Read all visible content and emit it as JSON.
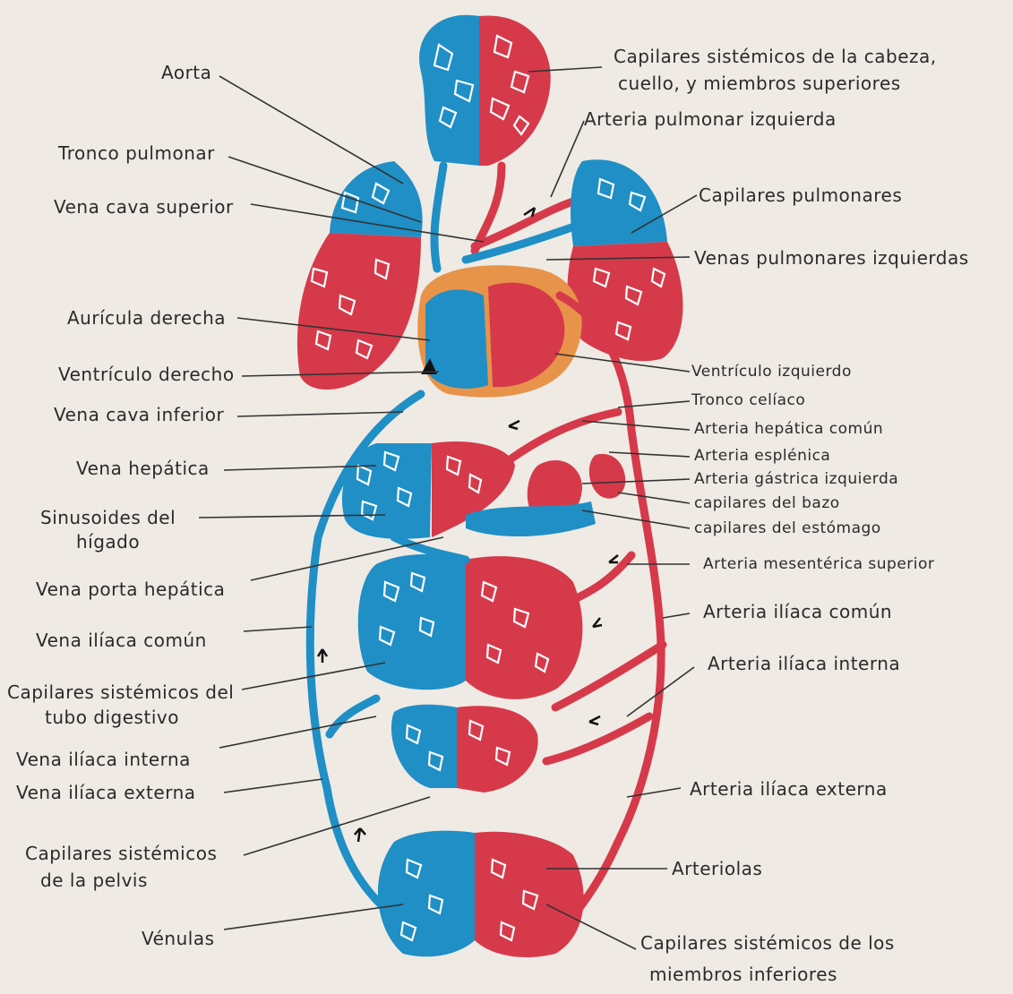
{
  "colors": {
    "deoxygenated": "#1f8fc6",
    "oxygenated": "#d63a4a",
    "heart_wall": "#e8934a",
    "paper": "#efeae4"
  },
  "labels": {
    "left": [
      "Aorta",
      "Tronco pulmonar",
      "Vena cava superior",
      "Aurícula derecha",
      "Ventrículo derecho",
      "Vena cava inferior",
      "Vena hepática",
      "Sinusoides del",
      "hígado",
      "Vena porta hepática",
      "Vena ilíaca común",
      "Capilares sistémicos del",
      "tubo digestivo",
      "Vena ilíaca interna",
      "Vena ilíaca externa",
      "Capilares sistémicos",
      "de la pelvis",
      "Vénulas"
    ],
    "right": [
      "Capilares sistémicos de la cabeza,",
      "cuello, y miembros superiores",
      "Arteria pulmonar izquierda",
      "Capilares pulmonares",
      "Venas pulmonares izquierdas",
      "Ventrículo izquierdo",
      "Tronco celíaco",
      "Arteria hepática común",
      "Arteria esplénica",
      "Arteria gástrica izquierda",
      "capilares del bazo",
      "capilares del estómago",
      "Arteria mesentérica superior",
      "Arteria ilíaca común",
      "Arteria ilíaca interna",
      "Arteria ilíaca externa",
      "Arteriolas",
      "Capilares sistémicos de los",
      "miembros inferiores"
    ]
  }
}
